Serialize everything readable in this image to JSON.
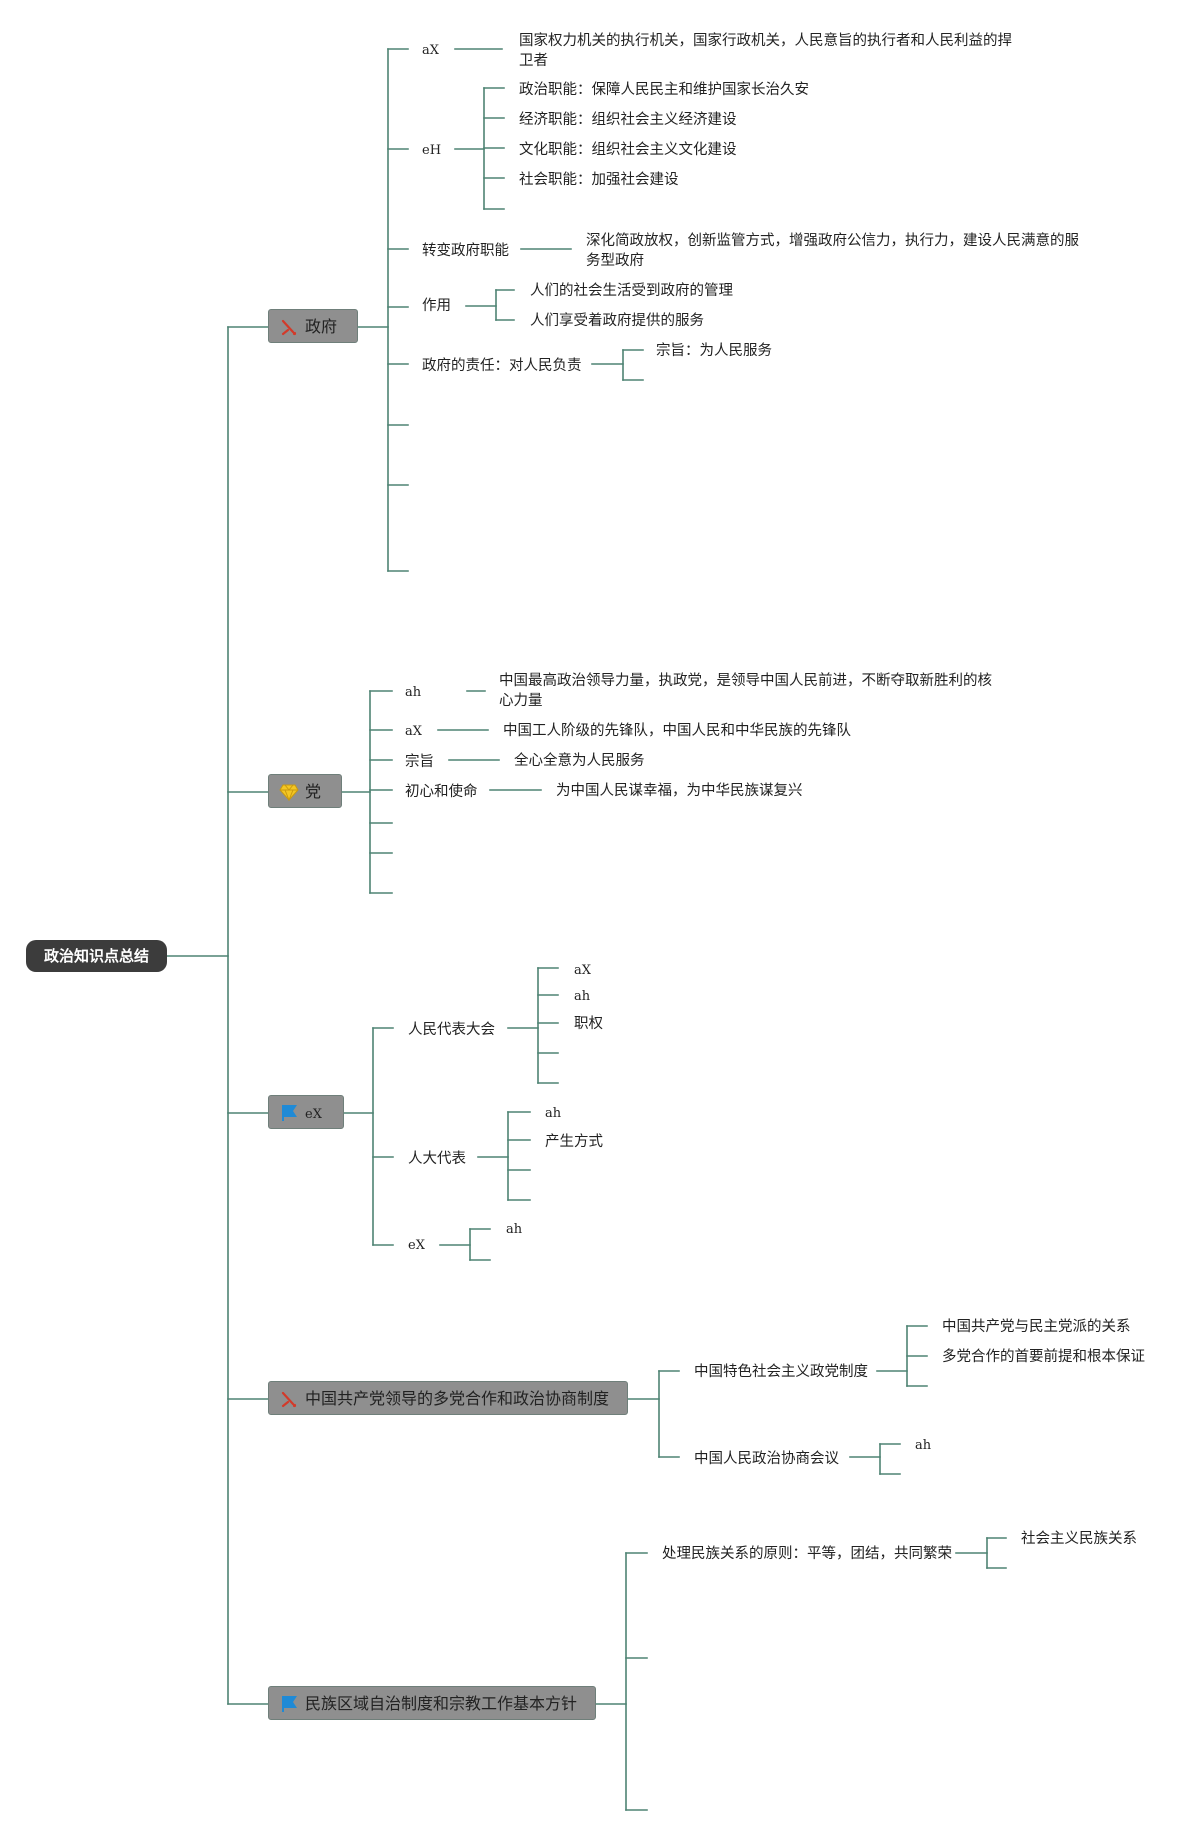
{
  "root": {
    "label": "政治知识点总结"
  },
  "icons": {
    "hammer": "hammer-icon",
    "gem": "gem-icon",
    "flag": "flag-icon",
    "line_color": "#4e8373",
    "node_color": "#8f8f8f"
  },
  "gov": {
    "label": "政府",
    "ax": {
      "label": "aX",
      "text": "国家权力机关的执行机关，国家行政机关，人民意旨的执行者和人民利益的捍卫者"
    },
    "eh": {
      "label": "eH",
      "items": [
        "政治职能：保障人民民主和维护国家长治久安",
        "经济职能：组织社会主义经济建设",
        "文化职能：组织社会主义文化建设",
        "社会职能：加强社会建设"
      ]
    },
    "transform": {
      "label": "转变政府职能",
      "text": "深化简政放权，创新监管方式，增强政府公信力，执行力，建设人民满意的服务型政府"
    },
    "role": {
      "label": "作用",
      "items": [
        "人们的社会生活受到政府的管理",
        "人们享受着政府提供的服务"
      ]
    },
    "duty": {
      "label": "政府的责任：对人民负责",
      "items": [
        "宗旨：为人民服务"
      ]
    }
  },
  "party": {
    "label": "党",
    "ah": {
      "label": "ah",
      "text": "中国最高政治领导力量，执政党，是领导中国人民前进，不断夺取新胜利的核心力量"
    },
    "ax": {
      "label": "aX",
      "text": "中国工人阶级的先锋队，中国人民和中华民族的先锋队"
    },
    "purpose": {
      "label": "宗旨",
      "text": "全心全意为人民服务"
    },
    "mission": {
      "label": "初心和使命",
      "text": "为中国人民谋幸福，为中华民族谋复兴"
    }
  },
  "ex": {
    "label": "eX",
    "congress": {
      "label": "人民代表大会",
      "items": [
        "aX",
        "ah",
        "职权"
      ]
    },
    "deputy": {
      "label": "人大代表",
      "items": [
        "ah",
        "产生方式"
      ]
    },
    "ex2": {
      "label": "eX",
      "items": [
        "ah"
      ]
    }
  },
  "coop": {
    "label": "中国共产党领导的多党合作和政治协商制度",
    "system": {
      "label": "中国特色社会主义政党制度",
      "items": [
        "中国共产党与民主党派的关系",
        "多党合作的首要前提和根本保证"
      ]
    },
    "cppcc": {
      "label": "中国人民政治协商会议",
      "items": [
        "ah"
      ]
    }
  },
  "ethnic": {
    "label": "民族区域自治制度和宗教工作基本方针",
    "principle": {
      "label": "处理民族关系的原则：平等，团结，共同繁荣",
      "items": [
        "社会主义民族关系"
      ]
    }
  }
}
